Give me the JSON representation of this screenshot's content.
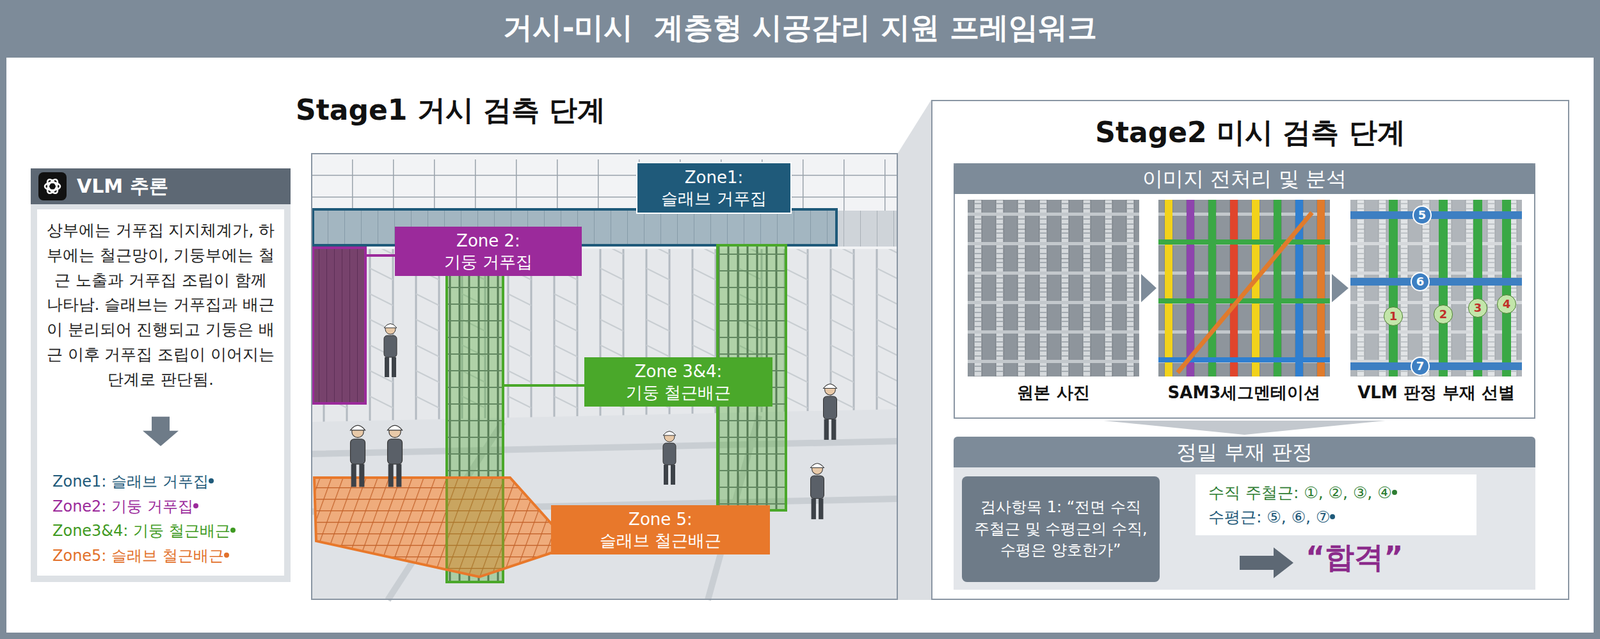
{
  "diagram": {
    "title": "거시-미시  계층형 시공감리 지원 프레임워크",
    "nodes": [
      {
        "text": [
          "VLM 추론",
          "상부에는 거푸집 지지체계가, 하부에는 철근망이, 기둥부에는 철근 노출과 거푸집 조립이 함께 나타남. 슬래브는 거푸집과 배근이 분리되어 진행되고 기둥은 배근 이후 거푸집 조립이 이어지는 단계로 판단됨.",
          "Zone1: 슬래브 거푸집",
          "Zone2: 기둥 거푸집",
          "Zone3&4: 기둥 철근배근",
          "Zone5: 슬래브 철근배근"
        ]
      },
      {
        "text": [
          "Stage1 거시 검측 단계"
        ]
      },
      {
        "text": [
          "Zone1:",
          "슬래브 거푸집"
        ],
        "in": 1
      },
      {
        "text": [
          "Zone 2:",
          "기둥 거푸집"
        ],
        "in": 1
      },
      {
        "text": [
          "Zone 3&4:",
          "기둥 철근배근"
        ],
        "in": 1
      },
      {
        "text": [
          "Zone 5:",
          "슬래브 철근배근"
        ],
        "in": 1
      },
      {
        "text": [
          "Stage2 미시 검측 단계"
        ]
      },
      {
        "text": [
          "이미지 전처리 및 분석"
        ],
        "in": 6
      },
      {
        "text": [
          "원본 사진"
        ],
        "in": 7
      },
      {
        "text": [
          "SAM3세그멘테이션"
        ],
        "in": 7
      },
      {
        "text": [
          "VLM 판정 부재 선별"
        ],
        "in": 7
      },
      {
        "text": [
          "정밀 부재 판정"
        ],
        "in": 6
      },
      {
        "text": [
          "검사항목 1: “전면 수직 주철근 및 수평근의 수직, 수평은 양호한가”"
        ],
        "in": 11
      },
      {
        "text": [
          "수직 주철근: ①, ②, ③, ④",
          "수평근: ⑤, ⑥, ⑦"
        ],
        "in": 11
      }
    ],
    "edges": [
      {
        "from": 8,
        "to": 9,
        "arrow": "to"
      },
      {
        "from": 9,
        "to": 10,
        "arrow": "to"
      },
      {
        "from": 7,
        "to": 11,
        "arrow": "to"
      }
    ],
    "labels": [
      "1",
      "2",
      "3",
      "4",
      "5",
      "6",
      "7",
      "“합격”"
    ]
  }
}
